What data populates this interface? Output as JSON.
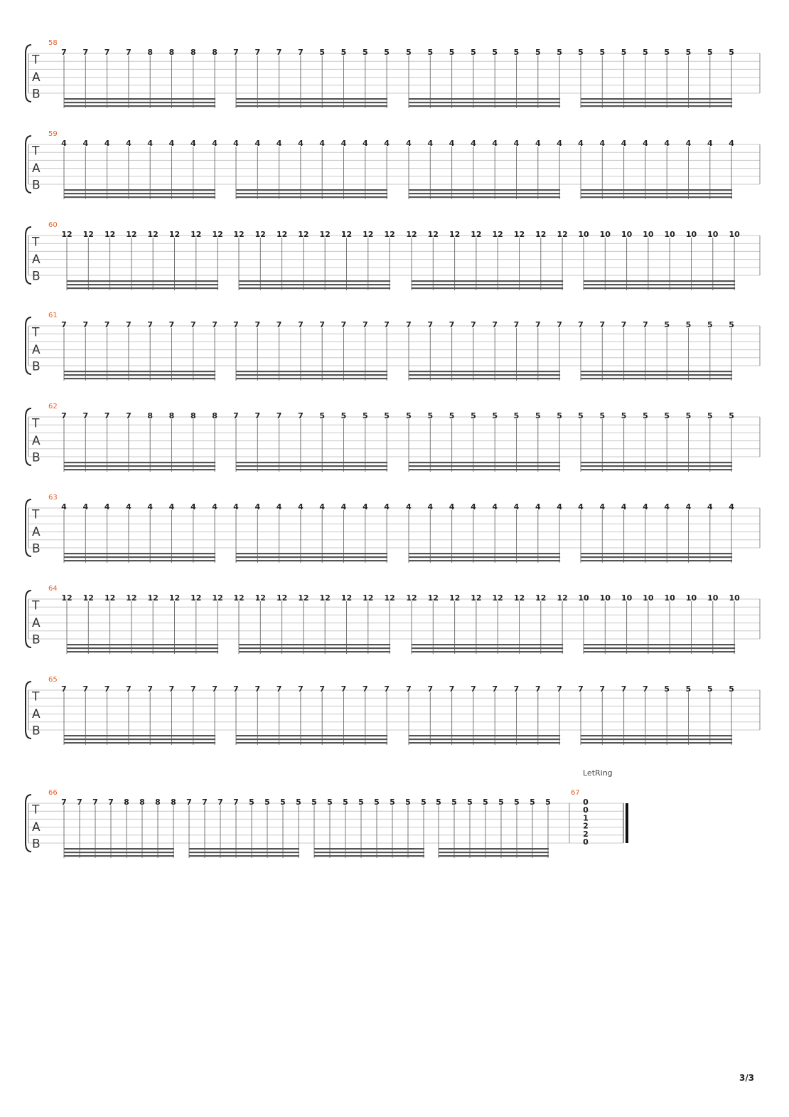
{
  "page": {
    "number_label": "3/3"
  },
  "clef_letters": [
    "T",
    "A",
    "B"
  ],
  "let_ring_label": "LetRing",
  "colors": {
    "measure_number": "#e8622a",
    "staff_line": "#c8c8c8",
    "ink": "#222222"
  },
  "systems": [
    {
      "measure": "58",
      "groups": [
        [
          "7",
          "7",
          "7",
          "7",
          "8",
          "8",
          "8",
          "8"
        ],
        [
          "7",
          "7",
          "7",
          "7",
          "5",
          "5",
          "5",
          "5"
        ],
        [
          "5",
          "5",
          "5",
          "5",
          "5",
          "5",
          "5",
          "5"
        ],
        [
          "5",
          "5",
          "5",
          "5",
          "5",
          "5",
          "5",
          "5"
        ]
      ]
    },
    {
      "measure": "59",
      "groups": [
        [
          "4",
          "4",
          "4",
          "4",
          "4",
          "4",
          "4",
          "4"
        ],
        [
          "4",
          "4",
          "4",
          "4",
          "4",
          "4",
          "4",
          "4"
        ],
        [
          "4",
          "4",
          "4",
          "4",
          "4",
          "4",
          "4",
          "4"
        ],
        [
          "4",
          "4",
          "4",
          "4",
          "4",
          "4",
          "4",
          "4"
        ]
      ]
    },
    {
      "measure": "60",
      "groups": [
        [
          "12",
          "12",
          "12",
          "12",
          "12",
          "12",
          "12",
          "12"
        ],
        [
          "12",
          "12",
          "12",
          "12",
          "12",
          "12",
          "12",
          "12"
        ],
        [
          "12",
          "12",
          "12",
          "12",
          "12",
          "12",
          "12",
          "12"
        ],
        [
          "10",
          "10",
          "10",
          "10",
          "10",
          "10",
          "10",
          "10"
        ]
      ]
    },
    {
      "measure": "61",
      "groups": [
        [
          "7",
          "7",
          "7",
          "7",
          "7",
          "7",
          "7",
          "7"
        ],
        [
          "7",
          "7",
          "7",
          "7",
          "7",
          "7",
          "7",
          "7"
        ],
        [
          "7",
          "7",
          "7",
          "7",
          "7",
          "7",
          "7",
          "7"
        ],
        [
          "7",
          "7",
          "7",
          "7",
          "5",
          "5",
          "5",
          "5"
        ]
      ]
    },
    {
      "measure": "62",
      "groups": [
        [
          "7",
          "7",
          "7",
          "7",
          "8",
          "8",
          "8",
          "8"
        ],
        [
          "7",
          "7",
          "7",
          "7",
          "5",
          "5",
          "5",
          "5"
        ],
        [
          "5",
          "5",
          "5",
          "5",
          "5",
          "5",
          "5",
          "5"
        ],
        [
          "5",
          "5",
          "5",
          "5",
          "5",
          "5",
          "5",
          "5"
        ]
      ]
    },
    {
      "measure": "63",
      "groups": [
        [
          "4",
          "4",
          "4",
          "4",
          "4",
          "4",
          "4",
          "4"
        ],
        [
          "4",
          "4",
          "4",
          "4",
          "4",
          "4",
          "4",
          "4"
        ],
        [
          "4",
          "4",
          "4",
          "4",
          "4",
          "4",
          "4",
          "4"
        ],
        [
          "4",
          "4",
          "4",
          "4",
          "4",
          "4",
          "4",
          "4"
        ]
      ]
    },
    {
      "measure": "64",
      "groups": [
        [
          "12",
          "12",
          "12",
          "12",
          "12",
          "12",
          "12",
          "12"
        ],
        [
          "12",
          "12",
          "12",
          "12",
          "12",
          "12",
          "12",
          "12"
        ],
        [
          "12",
          "12",
          "12",
          "12",
          "12",
          "12",
          "12",
          "12"
        ],
        [
          "10",
          "10",
          "10",
          "10",
          "10",
          "10",
          "10",
          "10"
        ]
      ]
    },
    {
      "measure": "65",
      "groups": [
        [
          "7",
          "7",
          "7",
          "7",
          "7",
          "7",
          "7",
          "7"
        ],
        [
          "7",
          "7",
          "7",
          "7",
          "7",
          "7",
          "7",
          "7"
        ],
        [
          "7",
          "7",
          "7",
          "7",
          "7",
          "7",
          "7",
          "7"
        ],
        [
          "7",
          "7",
          "7",
          "7",
          "5",
          "5",
          "5",
          "5"
        ]
      ]
    },
    {
      "measure": "66",
      "groups": [
        [
          "7",
          "7",
          "7",
          "7",
          "8",
          "8",
          "8",
          "8"
        ],
        [
          "7",
          "7",
          "7",
          "7",
          "5",
          "5",
          "5",
          "5"
        ],
        [
          "5",
          "5",
          "5",
          "5",
          "5",
          "5",
          "5",
          "5"
        ],
        [
          "5",
          "5",
          "5",
          "5",
          "5",
          "5",
          "5",
          "5"
        ]
      ]
    }
  ],
  "final_measure": {
    "measure": "67",
    "chord": [
      "0",
      "0",
      "1",
      "2",
      "2",
      "0"
    ]
  }
}
